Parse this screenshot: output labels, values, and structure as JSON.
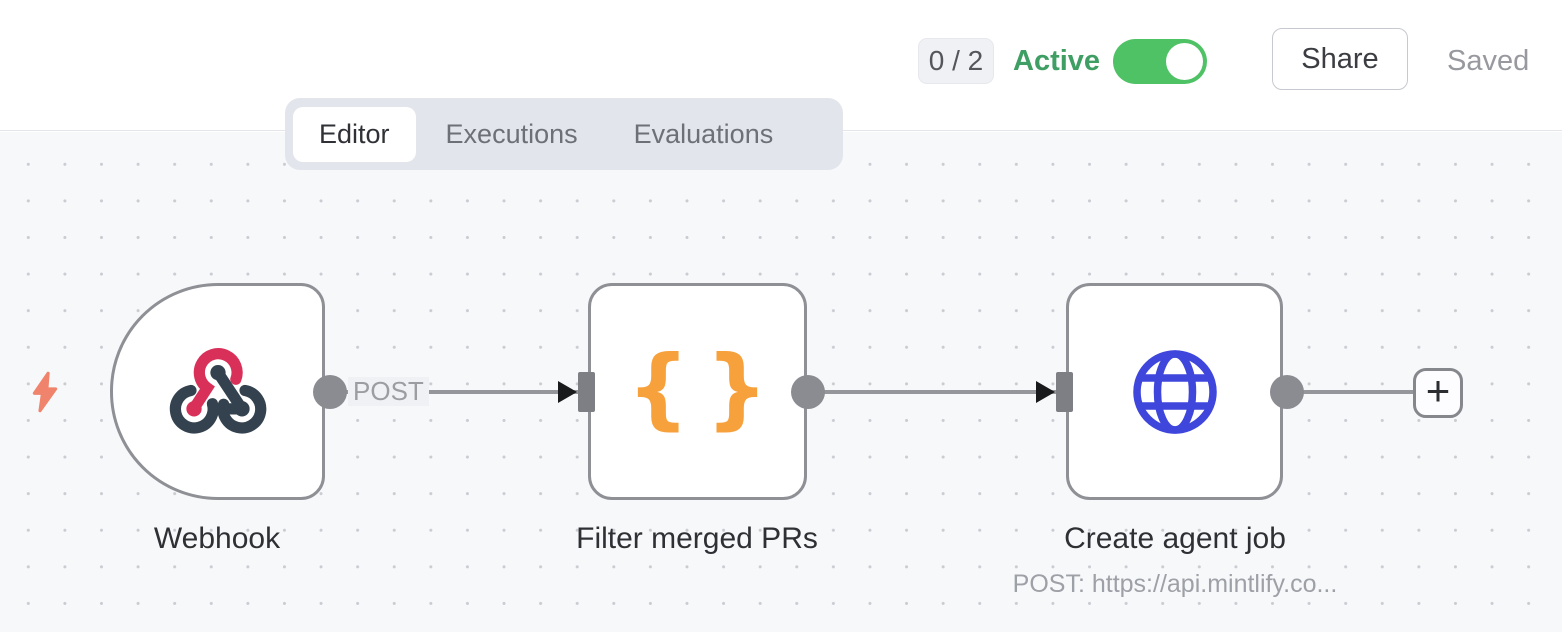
{
  "header": {
    "issues_badge": "0 / 2",
    "active_label": "Active",
    "toggle_state": "on",
    "share_label": "Share",
    "saved_label": "Saved"
  },
  "tabs": [
    {
      "label": "Editor",
      "active": true
    },
    {
      "label": "Executions",
      "active": false
    },
    {
      "label": "Evaluations",
      "active": false
    }
  ],
  "canvas": {
    "trigger_icon": "lightning-bolt-icon",
    "nodes": [
      {
        "title": "Webhook",
        "icon": "webhook-icon",
        "output_label": "POST"
      },
      {
        "title": "Filter merged PRs",
        "icon": "code-braces-icon",
        "braces_left": "{",
        "braces_right": "}"
      },
      {
        "title": "Create agent job",
        "icon": "globe-icon",
        "subtitle": "POST: https://api.mintlify.co..."
      }
    ],
    "add_button_label": "+"
  },
  "colors": {
    "active_green": "#3f9e63",
    "toggle_green": "#50c266",
    "webhook_pink": "#d93059",
    "webhook_dark": "#33424e",
    "braces_orange": "#f7a13c",
    "globe_blue": "#3e46dc",
    "bolt_coral": "#f0836b",
    "node_border": "#8e9095",
    "canvas_bg": "#f7f8fa"
  }
}
